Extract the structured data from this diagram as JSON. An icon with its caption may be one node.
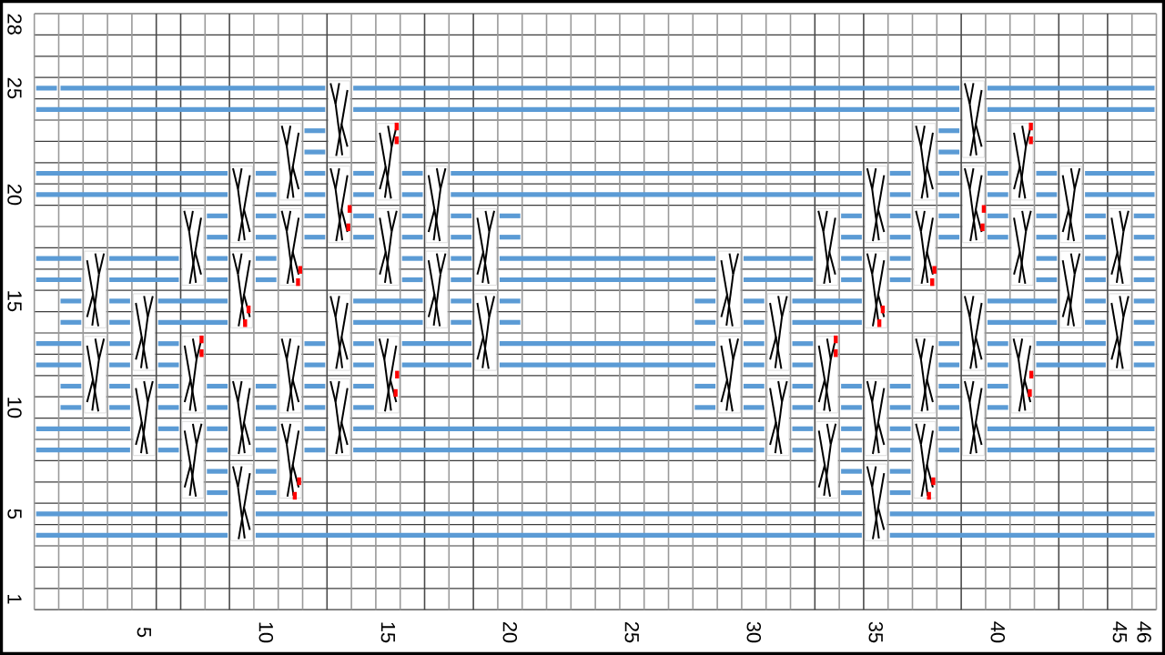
{
  "diagram": {
    "labels": [
      "28",
      "25",
      "20",
      "15",
      "10",
      "5",
      "1",
      "5",
      "10",
      "15",
      "20",
      "25",
      "30",
      "35",
      "40",
      "45",
      "46"
    ]
  }
}
